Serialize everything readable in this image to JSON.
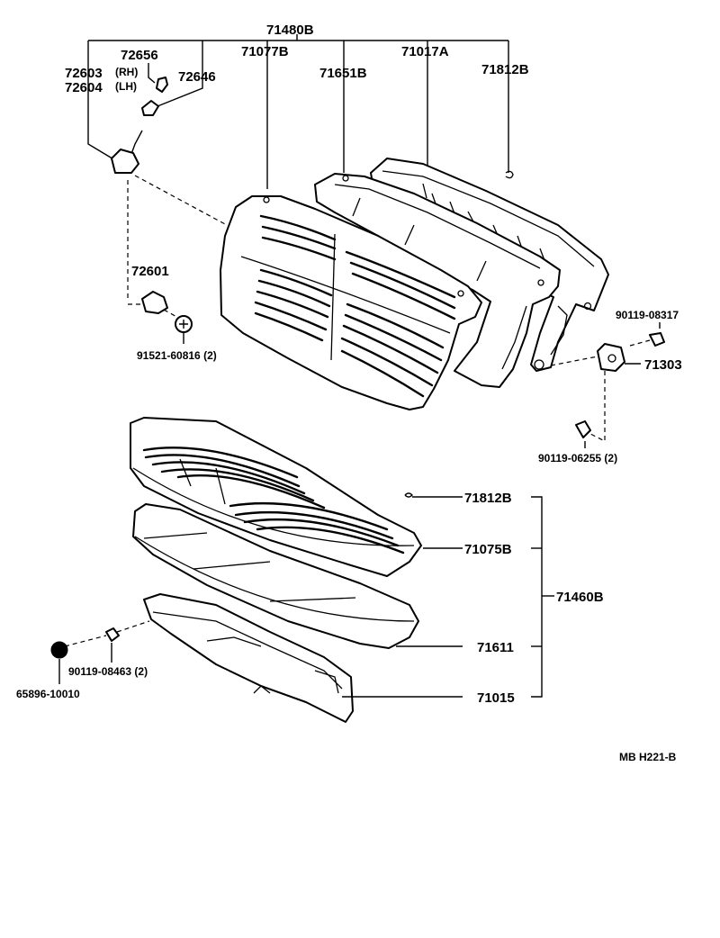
{
  "parts": {
    "p71480B": "71480B",
    "p72656": "72656",
    "p72603": "72603",
    "p72603_side": "(RH)",
    "p72604": "72604",
    "p72604_side": "(LH)",
    "p72646": "72646",
    "p71077B": "71077B",
    "p71651B": "71651B",
    "p71017A": "71017A",
    "p71812B_top": "71812B",
    "p72601": "72601",
    "p91521": "91521-60816 (2)",
    "p90119_08317": "90119-08317",
    "p71303": "71303",
    "p90119_06255": "90119-06255 (2)",
    "p71812B_bottom": "71812B",
    "p71075B": "71075B",
    "p71460B": "71460B",
    "p71611": "71611",
    "p71015": "71015",
    "p90119_08463": "90119-08463 (2)",
    "p65896": "65896-10010"
  },
  "figure_code": "MB  H221-B",
  "colors": {
    "ink": "#000000",
    "paper": "#ffffff"
  }
}
